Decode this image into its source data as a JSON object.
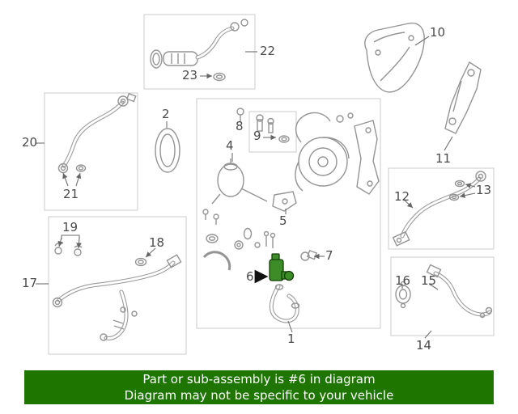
{
  "diagram": {
    "description": "exploded parts diagram with numbered callouts",
    "highlighted_part": "6",
    "highlight_color": "#3c8c28",
    "callouts": {
      "1": "1",
      "2": "2",
      "4": "4",
      "5": "5",
      "6": "6",
      "7": "7",
      "8": "8",
      "9": "9",
      "10": "10",
      "11": "11",
      "12": "12",
      "13": "13",
      "14": "14",
      "15": "15",
      "16": "16",
      "17": "17",
      "18": "18",
      "19": "19",
      "20": "20",
      "21": "21",
      "22": "22",
      "23": "23"
    }
  },
  "banner": {
    "line1": "Part or sub-assembly is #6 in diagram",
    "line2": "Diagram may not be specific to your vehicle",
    "bg_color": "#1e7500",
    "text_color": "#ffffff"
  }
}
